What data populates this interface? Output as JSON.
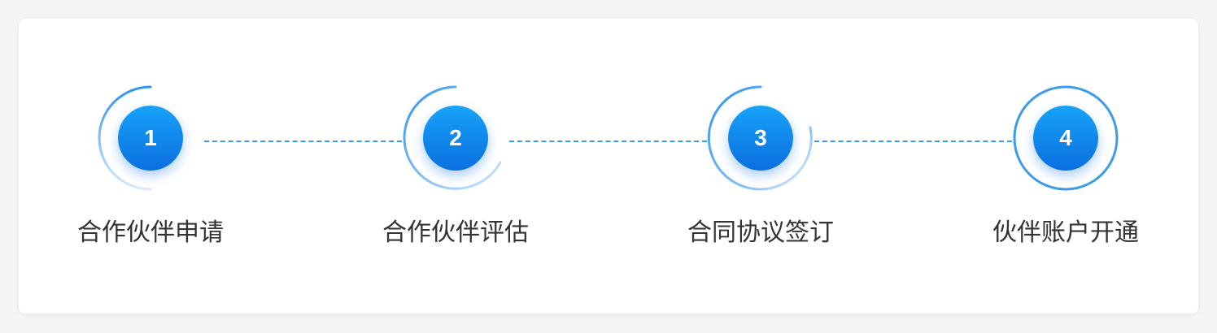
{
  "colors": {
    "accent": "#3d9be9",
    "circle_top": "#17a3f8",
    "circle_bottom": "#0a6fe0",
    "label_text": "#333333",
    "card_background": "#ffffff"
  },
  "process": {
    "steps": [
      {
        "number": "1",
        "label": "合作伙伴申请",
        "ring": "arc-left"
      },
      {
        "number": "2",
        "label": "合作伙伴评估",
        "ring": "arc-left-bottom"
      },
      {
        "number": "3",
        "label": "合同协议签订",
        "ring": "arc-three-quarter"
      },
      {
        "number": "4",
        "label": "伙伴账户开通",
        "ring": "full"
      }
    ]
  }
}
